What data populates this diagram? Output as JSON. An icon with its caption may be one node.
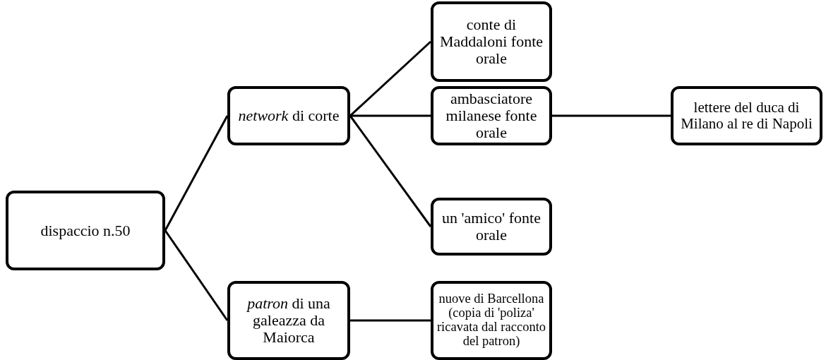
{
  "diagram": {
    "nodes": [
      {
        "text": [
          "dispaccio n.50"
        ]
      },
      {
        "text": [
          "*network* di corte"
        ]
      },
      {
        "text": [
          "*patron* di una galeazza da Maiorca"
        ]
      },
      {
        "text": [
          "conte di Maddaloni fonte orale"
        ]
      },
      {
        "text": [
          "ambasciatore milanese fonte orale"
        ]
      },
      {
        "text": [
          "lettere del duca di Milano al re di Napoli"
        ]
      },
      {
        "text": [
          "un 'amico' fonte orale"
        ]
      },
      {
        "text": [
          "nuove di Barcellona (copia di 'poliza' ricavata dal racconto del patron)"
        ]
      }
    ],
    "edges": [
      {
        "from": 0,
        "to": 1,
        "arrow": "none"
      },
      {
        "from": 0,
        "to": 2,
        "arrow": "none"
      },
      {
        "from": 1,
        "to": 3,
        "arrow": "none"
      },
      {
        "from": 1,
        "to": 4,
        "arrow": "none"
      },
      {
        "from": 1,
        "to": 6,
        "arrow": "none"
      },
      {
        "from": 4,
        "to": 5,
        "arrow": "none"
      },
      {
        "from": 2,
        "to": 7,
        "arrow": "none"
      }
    ]
  }
}
